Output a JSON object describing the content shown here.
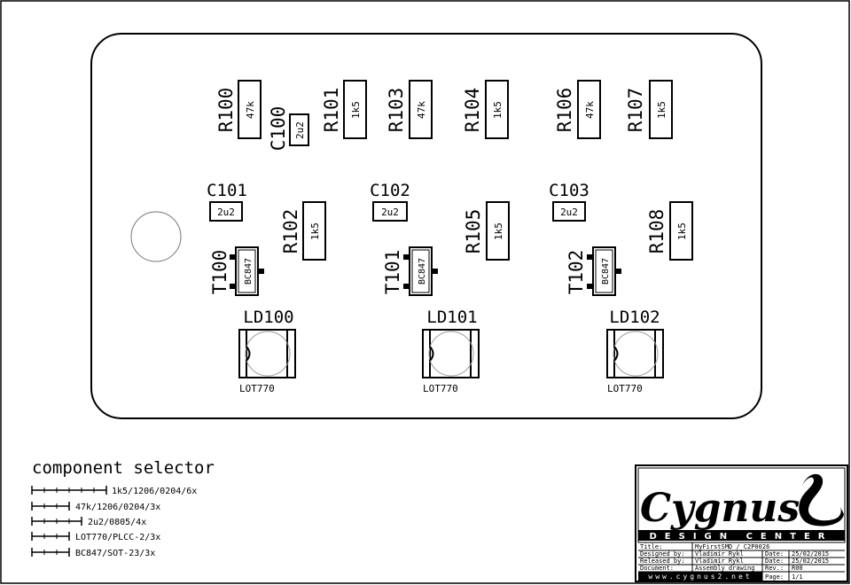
{
  "board": {
    "mounting_hole": "mounting-hole",
    "resistors": [
      {
        "ref": "R100",
        "value": "47k"
      },
      {
        "ref": "R101",
        "value": "1k5"
      },
      {
        "ref": "R103",
        "value": "47k"
      },
      {
        "ref": "R104",
        "value": "1k5"
      },
      {
        "ref": "R106",
        "value": "47k"
      },
      {
        "ref": "R107",
        "value": "1k5"
      },
      {
        "ref": "R102",
        "value": "1k5"
      },
      {
        "ref": "R105",
        "value": "1k5"
      },
      {
        "ref": "R108",
        "value": "1k5"
      }
    ],
    "capacitors": [
      {
        "ref": "C100",
        "value": "2u2"
      },
      {
        "ref": "C101",
        "value": "2u2"
      },
      {
        "ref": "C102",
        "value": "2u2"
      },
      {
        "ref": "C103",
        "value": "2u2"
      }
    ],
    "transistors": [
      {
        "ref": "T100",
        "value": "BC847"
      },
      {
        "ref": "T101",
        "value": "BC847"
      },
      {
        "ref": "T102",
        "value": "BC847"
      }
    ],
    "leds": [
      {
        "ref": "LD100",
        "value": "LOT770"
      },
      {
        "ref": "LD101",
        "value": "LOT770"
      },
      {
        "ref": "LD102",
        "value": "LOT770"
      }
    ]
  },
  "selector": {
    "title": "component selector",
    "items": [
      "1k5/1206/0204/6x",
      "47k/1206/0204/3x",
      "2u2/0805/4x",
      "LOT770/PLCC-2/3x",
      "BC847/SOT-23/3x"
    ]
  },
  "titleblock": {
    "logo": "Cygnus",
    "subtitle": "DESIGN CENTER",
    "rows": [
      {
        "label": "Title:",
        "value": "MyFirstSMD / C2P0026"
      },
      {
        "label": "Designed by:",
        "value": "Vladimir Rykl",
        "label2": "Date:",
        "value2": "25/02/2015"
      },
      {
        "label": "Released by:",
        "value": "Vladimir Rykl",
        "label2": "Date:",
        "value2": "25/02/2015"
      },
      {
        "label": "Document:",
        "value": "Assembly drawing",
        "label2": "Rev.:",
        "value2": "R00"
      }
    ],
    "url": "www.cygnus2.net",
    "page_label": "Page:",
    "page_value": "1/1"
  }
}
